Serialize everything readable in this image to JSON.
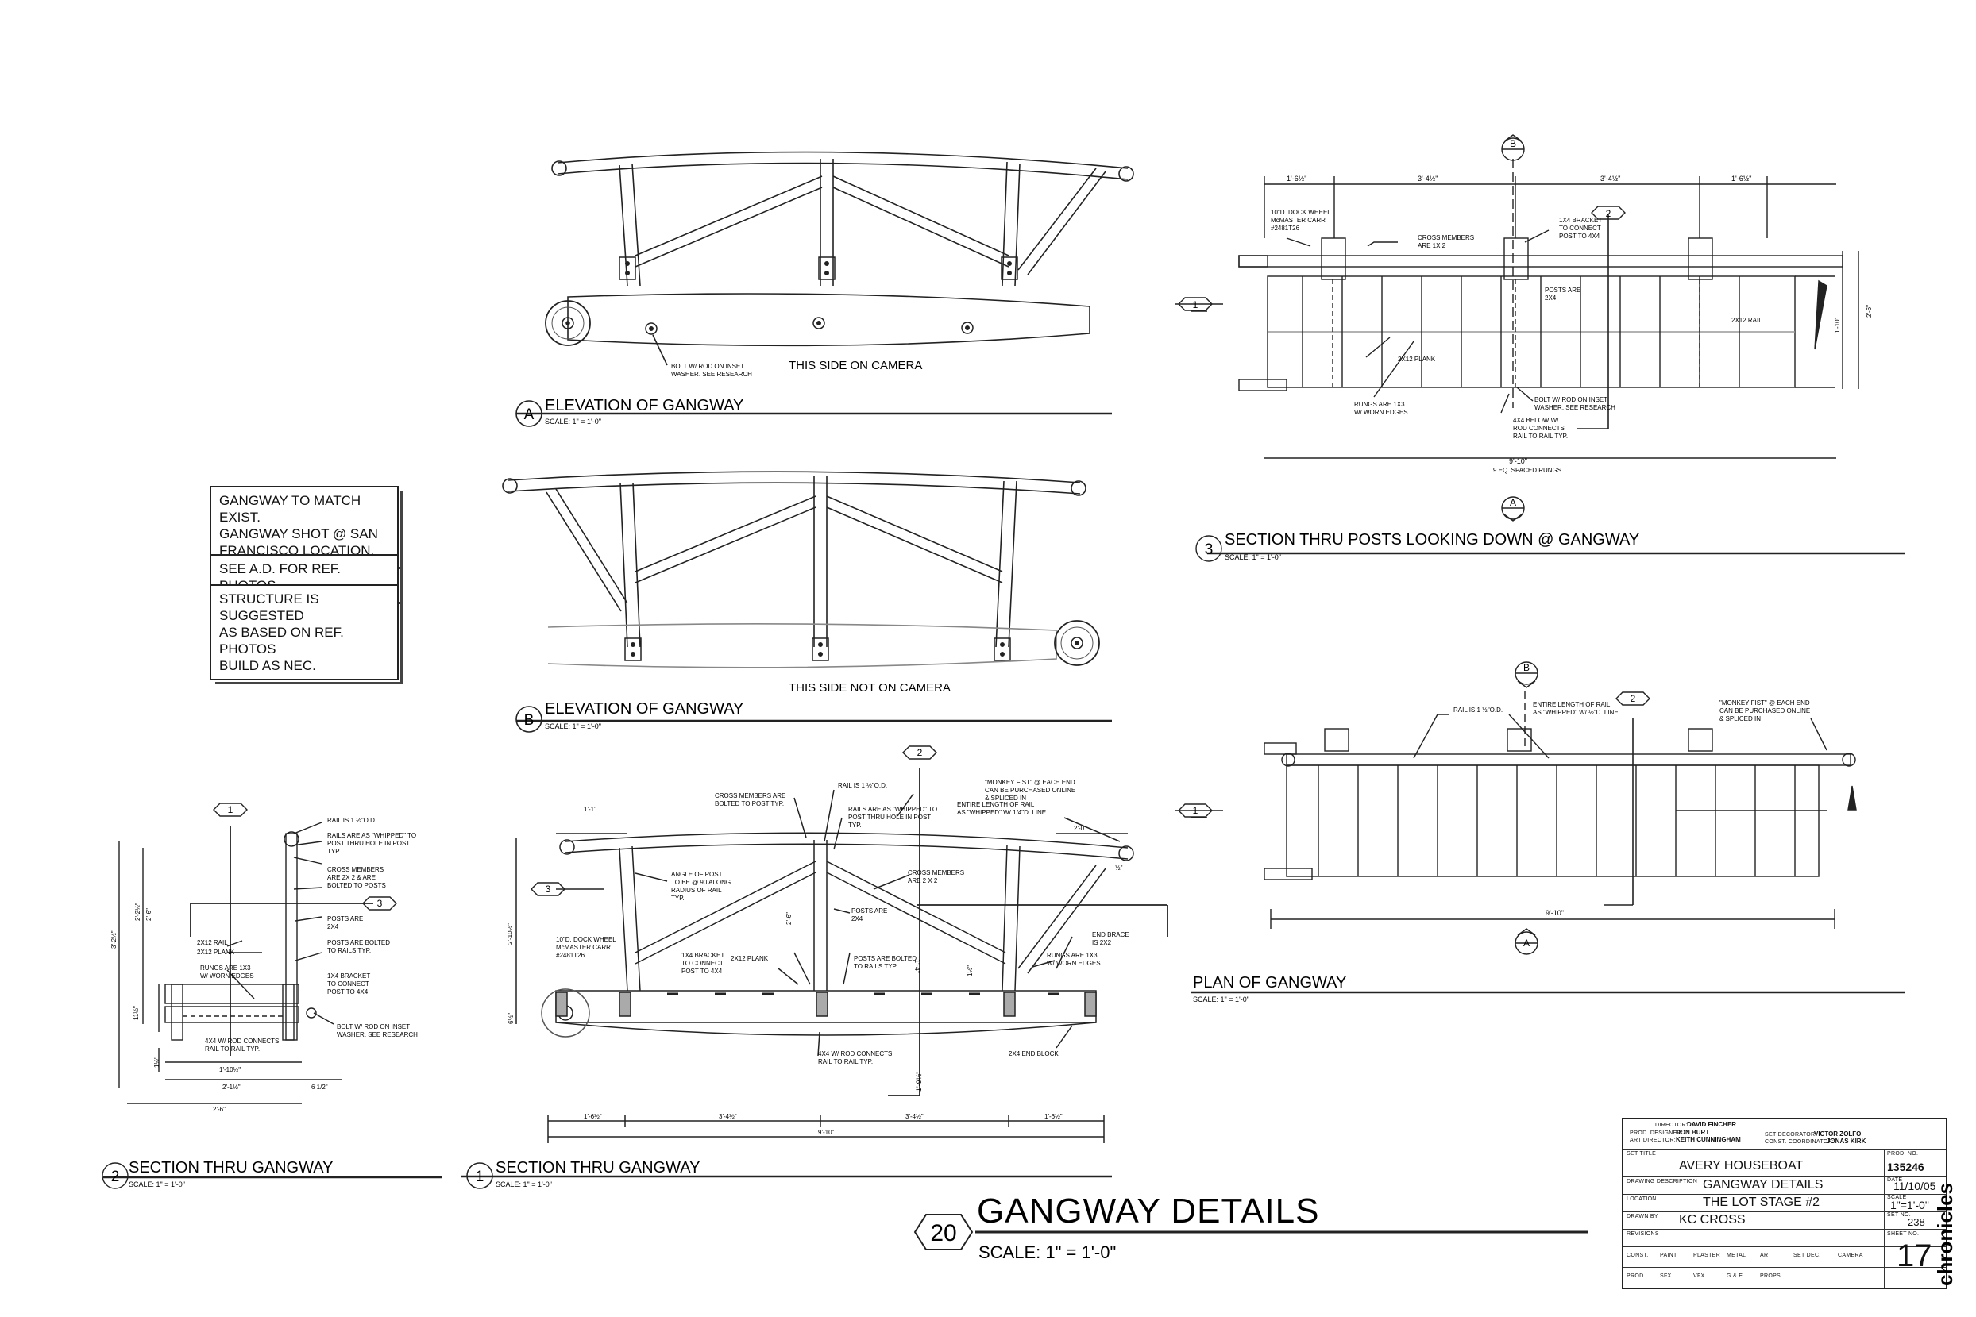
{
  "notes": [
    "GANGWAY TO MATCH EXIST.\nGANGWAY SHOT @ SAN\nFRANCISCO LOCATION.",
    "SEE A.D. FOR REF. PHOTOS",
    "STRUCTURE IS SUGGESTED\nAS BASED ON REF. PHOTOS\nBUILD AS NEC."
  ],
  "views": {
    "elev_a": {
      "marker": "A",
      "title": "ELEVATION OF GANGWAY",
      "scale": "SCALE: 1\" = 1'-0\"",
      "caption": "THIS SIDE ON CAMERA",
      "bolt_note": "BOLT W/ ROD ON INSET\nWASHER. SEE RESEARCH"
    },
    "elev_b": {
      "marker": "B",
      "title": "ELEVATION OF GANGWAY",
      "scale": "SCALE: 1\" = 1'-0\"",
      "caption": "THIS SIDE NOT ON CAMERA"
    },
    "sect3": {
      "marker": "3",
      "title": "SECTION THRU POSTS LOOKING DOWN @ GANGWAY",
      "scale": "SCALE: 1\" = 1'-0\""
    },
    "plan": {
      "title": "PLAN OF GANGWAY",
      "scale": "SCALE: 1\" = 1'-0\""
    },
    "sect2": {
      "marker": "2",
      "title": "SECTION THRU GANGWAY",
      "scale": "SCALE: 1\" = 1'-0\""
    },
    "sect1": {
      "marker": "1",
      "title": "SECTION THRU GANGWAY",
      "scale": "SCALE: 1\" = 1'-0\""
    }
  },
  "sheet_title": {
    "number": "20",
    "title": "GANGWAY DETAILS",
    "scale": "SCALE: 1\" = 1'-0\""
  },
  "section_markers": {
    "one": "1",
    "two": "2",
    "three": "3",
    "a": "A",
    "b": "B"
  },
  "sect3_labels": {
    "dims_top": [
      "1'-6½\"",
      "3'-4½\"",
      "3'-4½\"",
      "1'-6½\""
    ],
    "dim_bottom": "9'-10\"",
    "dim_bottom_sub": "9 EQ. SPACED RUNGS",
    "dock_wheel": "10\"D. DOCK WHEEL\nMcMASTER CARR\n#2481T26",
    "cross_members": "CROSS MEMBERS\nARE 1X 2",
    "bracket": "1X4 BRACKET\nTO CONNECT\nPOST TO 4X4",
    "posts": "POSTS ARE\n2X4",
    "plank": "2X12 PLANK",
    "rail": "2X12 RAIL",
    "rungs": "RUNGS ARE 1X3\nW/ WORN EDGES",
    "bolt": "BOLT W/ ROD ON INSET\nWASHER. SEE RESEARCH",
    "below": "4X4  BELOW W/\nROD CONNECTS\nRAIL TO RAIL TYP.",
    "dims_right": [
      "1'-10\"",
      "2'-6\""
    ]
  },
  "plan_labels": {
    "rail": "RAIL IS 1 ½\"O.D.",
    "whipped": "ENTIRE LENGTH OF RAIL\nAS \"WHIPPED\" W/ ½\"D. LINE",
    "monkey": "\"MONKEY FIST\" @ EACH END\nCAN BE PURCHASED ONLINE\n& SPLICED IN",
    "dim": "9'-10\""
  },
  "sect2_labels": {
    "notes": [
      "RAIL IS 1 ½\"O.D.",
      "RAILS ARE AS \"WHIPPED\" TO\nPOST THRU HOLE IN POST\nTYP.",
      "CROSS MEMBERS\nARE 2X 2 & ARE\nBOLTED TO POSTS",
      "POSTS ARE\n2X4",
      "POSTS ARE BOLTED\nTO RAILS TYP.",
      "1X4 BRACKET\nTO CONNECT\nPOST TO 4X4",
      "BOLT W/ ROD ON INSET\nWASHER. SEE RESEARCH"
    ],
    "left_notes": [
      "2X12 RAIL",
      "2X12 PLANK",
      "RUNGS ARE 1X3\nW/ WORN EDGES"
    ],
    "bottom_note": "4X4 W/ ROD CONNECTS\nRAIL TO RAIL TYP.",
    "dims": [
      "1'-10½\"",
      "2'-1½\"",
      "2'-6\"",
      "6 1/2\"",
      "3'-2½\"",
      "2'-6\"",
      "2'-2½\"",
      "11½\"",
      "1½\""
    ]
  },
  "sect1_labels": {
    "cross_bolted": "CROSS MEMBERS ARE\nBOLTED TO POST TYP.",
    "rail": "RAIL IS 1 ½\"O.D.",
    "whipped": "RAILS ARE AS \"WHIPPED\" TO\nPOST THRU HOLE IN POST\nTYP.",
    "entire": "ENTIRE LENGTH OF RAIL\nAS \"WHIPPED\" W/ 1/4\"D. LINE",
    "monkey": "\"MONKEY FIST\" @ EACH END\nCAN BE PURCHASED ONLINE\n& SPLICED IN",
    "angle": "ANGLE OF POST\nTO BE @ 90 ALONG\nRADIUS OF RAIL\nTYP.",
    "cross": "CROSS MEMBERS\nARE 2 X 2",
    "posts": "POSTS ARE\n2X4",
    "wheel": "10\"D. DOCK WHEEL\nMcMASTER CARR\n#2481T26",
    "bracket": "1X4 BRACKET\nTO CONNECT\nPOST TO 4X4",
    "plank": "2X12 PLANK",
    "posts_bolted": "POSTS ARE BOLTED\nTO RAILS TYP.",
    "end_brace": "END BRACE\nIS 2X2",
    "rungs": "RUNGS ARE 1X3\nW/ WORN EDGES",
    "fourbyfour": "4X4 W/ ROD CONNECTS\nRAIL TO RAIL TYP.",
    "endblock": "2X4 END BLOCK",
    "dims_bottom": [
      "1'-6½\"",
      "3'-4½\"",
      "3'-4½\"",
      "1'-6½\""
    ],
    "dim_total": "9'-10\"",
    "dims_top": [
      "1'-1\"",
      "2'-0\""
    ],
    "dims_side": [
      "2'-10½\"",
      "2'-6\"",
      "6½\"",
      "1½\"",
      "1'-9½\"",
      "1'-4\"",
      "½\""
    ]
  },
  "title_block": {
    "director_label": "DIRECTOR:",
    "director": "DAVID FINCHER",
    "prod_designer_label": "PROD. DESIGNER:",
    "prod_designer": "DON BURT",
    "art_director_label": "ART DIRECTOR:",
    "art_director": "KEITH CUNNINGHAM",
    "set_decorator_label": "SET DECORATOR:",
    "set_decorator": "VICTOR ZOLFO",
    "const_coord_label": "CONST. COORDINATOR:",
    "const_coord": "JONAS KIRK",
    "set_title_label": "SET TITLE",
    "set_title": "AVERY HOUSEBOAT",
    "prod_no_label": "PROD. NO.",
    "prod_no": "135246",
    "drawing_desc_label": "DRAWING DESCRIPTION",
    "drawing_desc": "GANGWAY DETAILS",
    "date_label": "DATE",
    "date": "11/10/05",
    "location_label": "LOCATION",
    "location": "THE LOT STAGE #2",
    "scale_label": "SCALE",
    "scale": "1\"=1'-0\"",
    "drawn_by_label": "DRAWN BY",
    "drawn_by": "KC CROSS",
    "set_no_label": "SET NO.",
    "set_no": "238",
    "revisions_label": "REVISIONS",
    "sheet_no_label": "SHEET NO.",
    "sheet_no": "17",
    "depts_row1": [
      "CONST.",
      "PAINT",
      "PLASTER",
      "METAL",
      "ART",
      "SET DEC.",
      "CAMERA"
    ],
    "depts_row2": [
      "PROD.",
      "SFX",
      "VFX",
      "G & E",
      "PROPS"
    ],
    "brand": "chronicles"
  }
}
